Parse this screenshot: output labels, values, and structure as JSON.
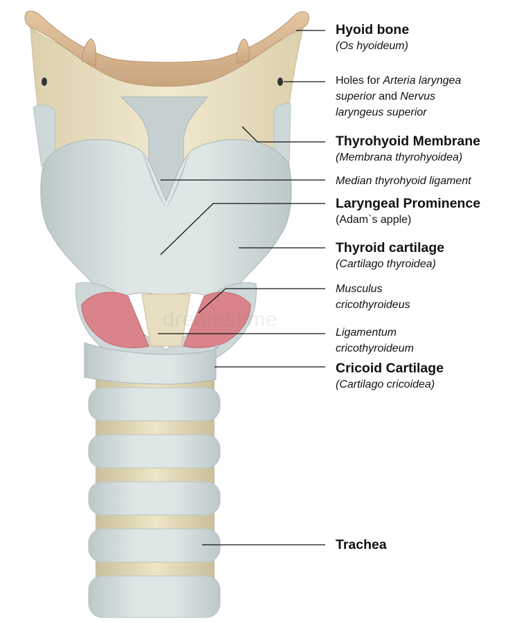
{
  "labels": {
    "hyoid": {
      "main": "Hyoid bone",
      "sub": "(Os hyoideum)"
    },
    "holes": {
      "l1a": "Holes for ",
      "l1b": "Arteria laryngea",
      "l2a": "superior",
      "l2b": " and ",
      "l2c": "Nervus",
      "l3": "laryngeus superior"
    },
    "thyrohyoid_membrane": {
      "main": "Thyrohyoid Membrane",
      "sub": "(Membrana thyrohyoidea)"
    },
    "median_ligament": {
      "sub": "Median thyrohyoid ligament"
    },
    "laryngeal_prominence": {
      "main": "Laryngeal Prominence",
      "norm": "(Adam`s apple)"
    },
    "thyroid_cartilage": {
      "main": "Thyroid cartilage",
      "sub": "(Cartilago thyroidea)"
    },
    "musculus": {
      "l1": "Musculus",
      "l2": "cricothyroideus"
    },
    "ligamentum": {
      "l1": "Ligamentum",
      "l2": "cricothyroideum"
    },
    "cricoid": {
      "main": "Cricoid Cartilage",
      "sub": "(Cartilago cricoidea)"
    },
    "trachea": {
      "main": "Trachea"
    }
  },
  "watermark": "dreamstime",
  "colors": {
    "bone": "#d8b690",
    "membrane": "#ede3c7",
    "cartilage": "#d3dcdc",
    "muscle": "#d9838a",
    "ring_band": "#e9dfbd"
  }
}
